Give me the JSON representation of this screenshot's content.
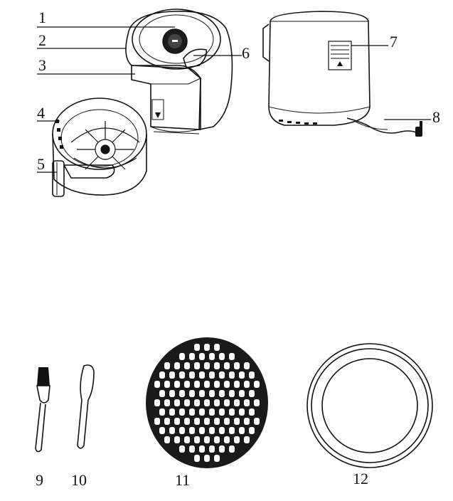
{
  "labels": {
    "l1": "1",
    "l2": "2",
    "l3": "3",
    "l4": "4",
    "l5": "5",
    "l6": "6",
    "l7": "7",
    "l8": "8",
    "l9": "9",
    "l10": "10",
    "l11": "11",
    "l12": "12"
  },
  "colors": {
    "line": "#111111",
    "background": "#ffffff",
    "grill": "#1a1a1a"
  }
}
